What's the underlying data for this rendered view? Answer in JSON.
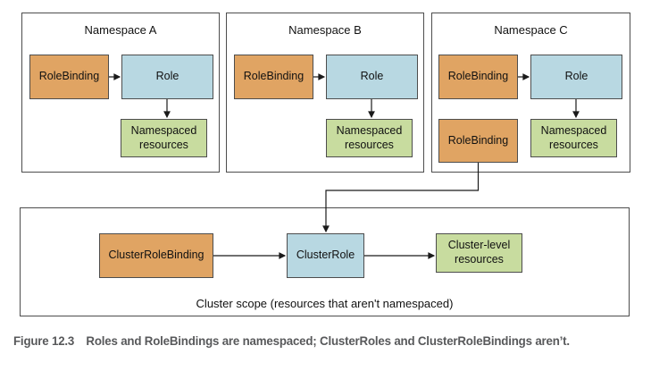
{
  "colors": {
    "binding": "#e0a463",
    "role": "#b8d8e2",
    "resources": "#c8dc9f",
    "border": "#4d4d4d",
    "line": "#1a1a1a",
    "caption": "#58595b"
  },
  "panels": [
    {
      "title": "Namespace A",
      "rolebinding": "RoleBinding",
      "role": "Role",
      "resources": "Namespaced resources"
    },
    {
      "title": "Namespace B",
      "rolebinding": "RoleBinding",
      "role": "Role",
      "resources": "Namespaced resources"
    },
    {
      "title": "Namespace C",
      "rolebinding": "RoleBinding",
      "role": "Role",
      "rolebinding2": "RoleBinding",
      "resources": "Namespaced resources"
    }
  ],
  "cluster": {
    "rolebinding": "ClusterRoleBinding",
    "role": "ClusterRole",
    "resources": "Cluster-level resources",
    "scope_label": "Cluster scope (resources that aren't namespaced)"
  },
  "caption": {
    "label": "Figure 12.3",
    "text": "Roles and RoleBindings are namespaced; ClusterRoles and ClusterRoleBindings aren’t."
  }
}
